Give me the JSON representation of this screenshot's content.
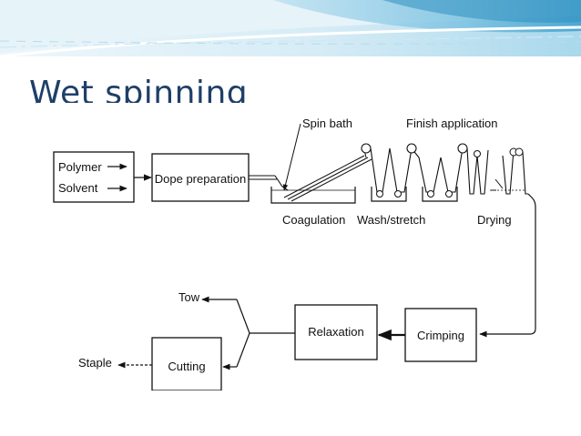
{
  "slide": {
    "title": "Wet spinning"
  },
  "diagram": {
    "inputs": {
      "polymer": "Polymer",
      "solvent": "Solvent"
    },
    "dope_preparation": "Dope preparation",
    "spin_bath": "Spin bath",
    "finish_application": "Finish application",
    "coagulation": "Coagulation",
    "wash_stretch": "Wash/stretch",
    "drying": "Drying",
    "crimping": "Crimping",
    "relaxation": "Relaxation",
    "tow": "Tow",
    "cutting": "Cutting",
    "staple": "Staple"
  },
  "colors": {
    "title": "#1f3f68",
    "banner_light": "#e3f1f8",
    "banner_mid": "#8fcbe6",
    "banner_dark": "#3d9fcd"
  }
}
